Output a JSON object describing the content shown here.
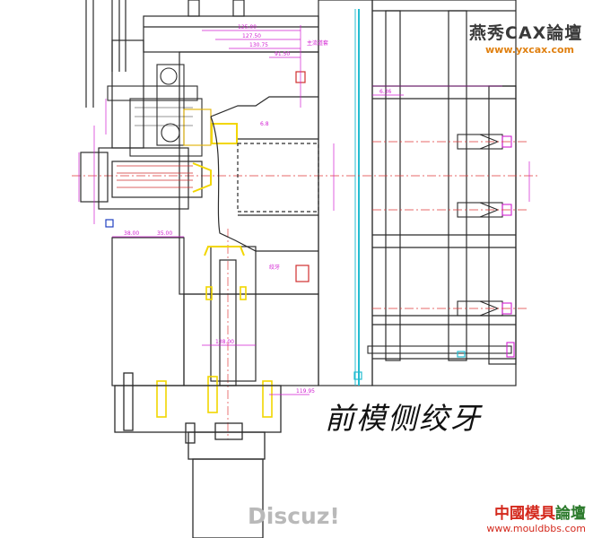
{
  "watermark_top": {
    "text": "燕秀CAX論壇",
    "url": "www.yxcax.com"
  },
  "caption": "前模侧绞牙",
  "discuz": "Discuz!",
  "watermark_bottom": {
    "text_red": "中國模具",
    "text_green": "論壇",
    "url": "www.mouldbbs.com"
  },
  "dimensions": [
    "125.00",
    "127.50",
    "130.75",
    "91.50",
    "6.36",
    "6.8",
    "38.00",
    "35.00",
    "138.00",
    "119.95"
  ],
  "leaders": {
    "upper_part": "主流道套",
    "lower_part": "绞牙"
  },
  "colors": {
    "outline": "#2b2b2b",
    "dimension": "#d21fd2",
    "center": "#e03a3a",
    "yellow": "#f2d600",
    "cyan": "#22bcd0",
    "hatch": "#d03030"
  }
}
